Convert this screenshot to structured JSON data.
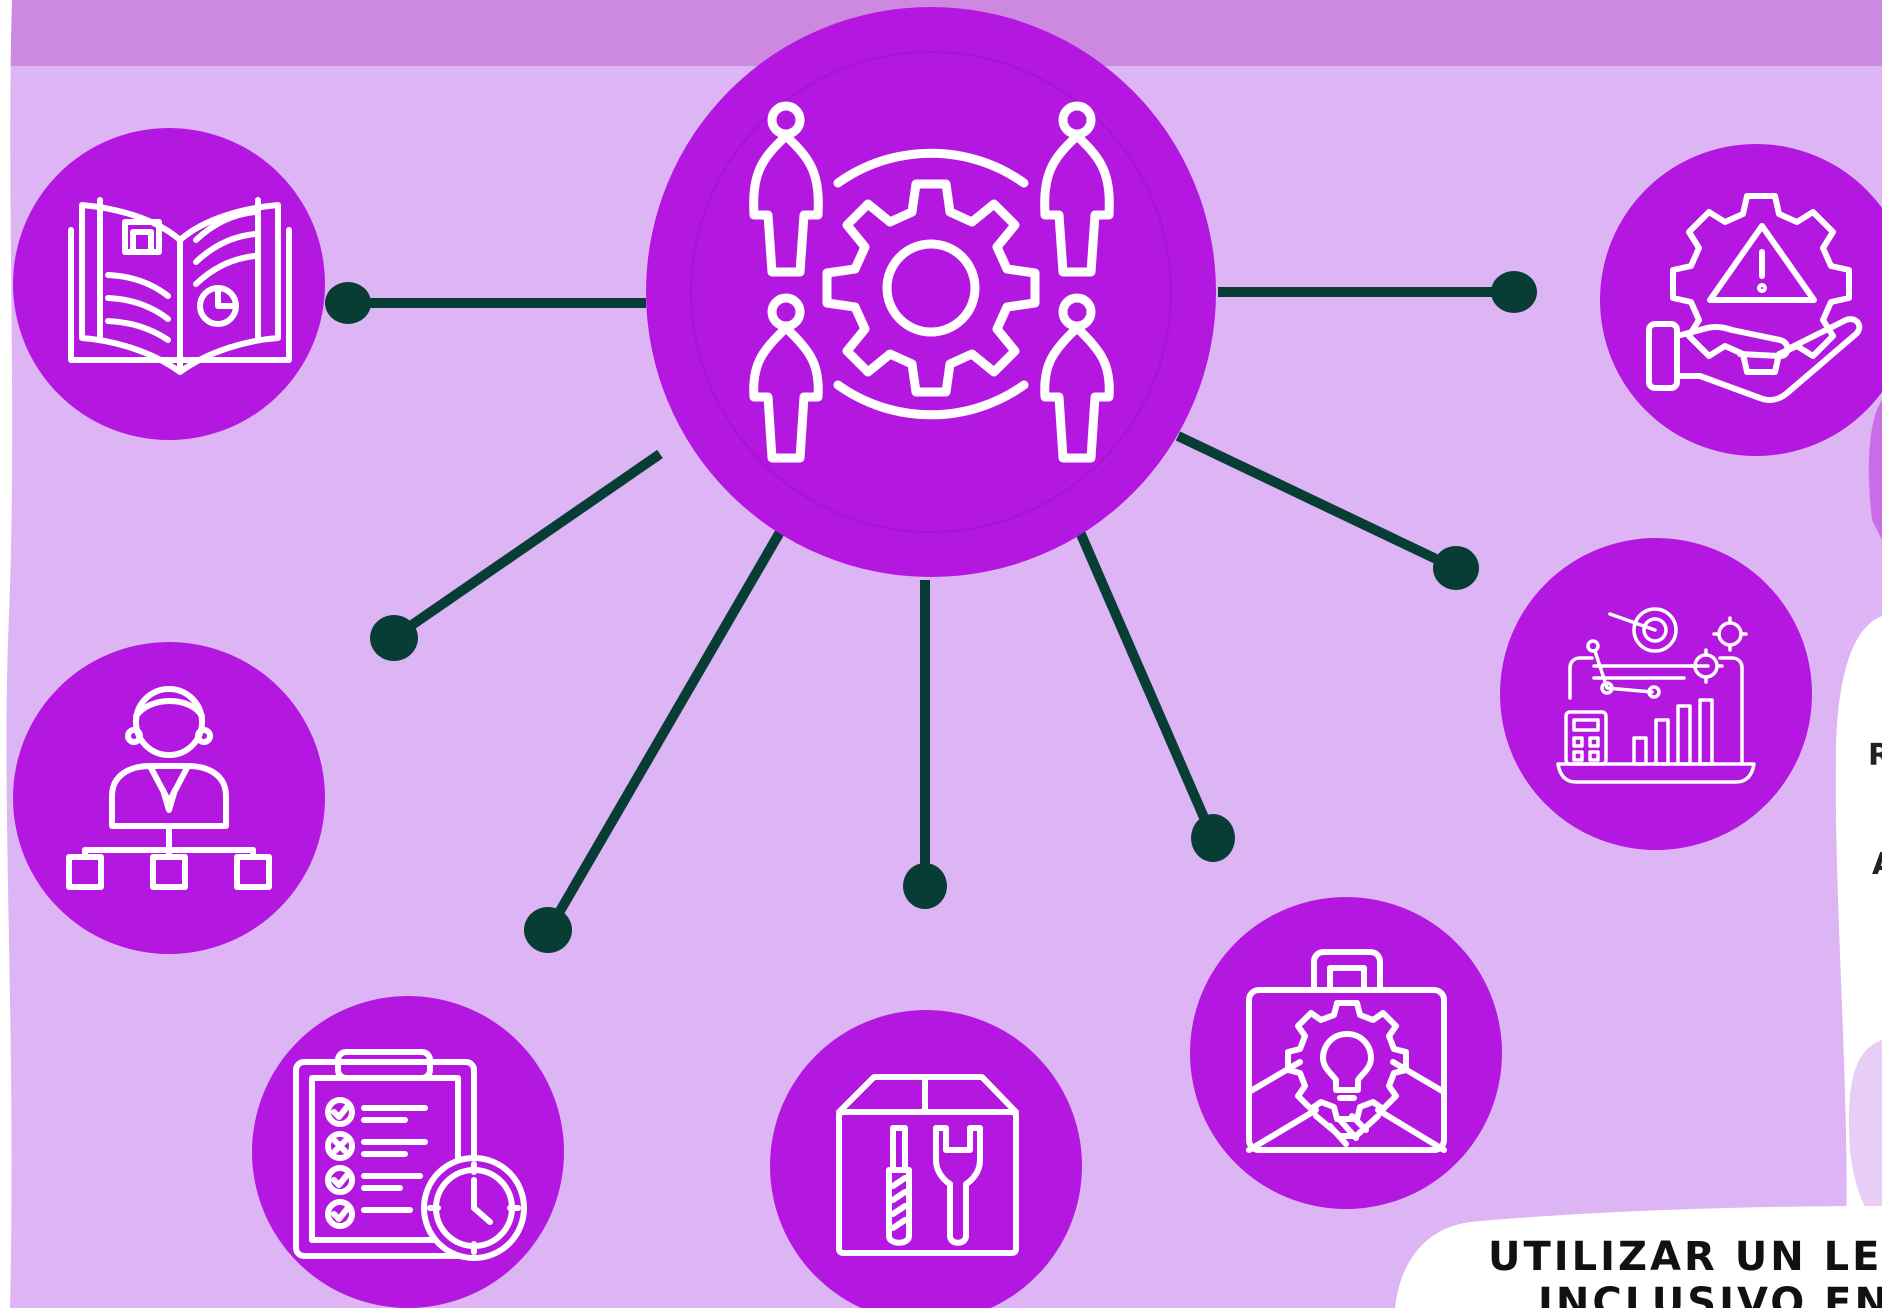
{
  "colors": {
    "background": "#ddb5f4",
    "top_band": "#cd88e0",
    "node_fill": "#b317e0",
    "connector": "#073d35",
    "icon_stroke": "#ffffff",
    "panel_fill": "#ffffff"
  },
  "hub": {
    "icon": "team-gear-icon"
  },
  "nodes": [
    {
      "icon": "open-book-report-icon"
    },
    {
      "icon": "org-chart-person-icon"
    },
    {
      "icon": "checklist-clock-icon"
    },
    {
      "icon": "toolbox-icon"
    },
    {
      "icon": "briefcase-gear-handshake-icon"
    },
    {
      "icon": "laptop-analytics-icon"
    },
    {
      "icon": "hand-gear-warning-icon"
    }
  ],
  "caption": {
    "line1": "UTILIZAR UN LENG",
    "line2": "INCLUSIVO EN L"
  },
  "edge_text": {
    "r": "R",
    "a": "A"
  }
}
